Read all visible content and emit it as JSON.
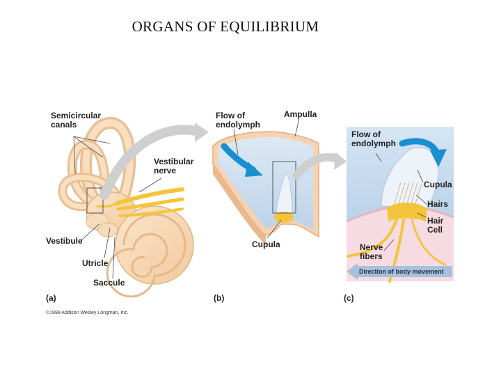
{
  "title": "ORGANS OF EQUILIBRIUM",
  "panel_a": {
    "letter": "(a)",
    "labels": {
      "semicircular": "Semicircular canals",
      "vestibular_nerve": "Vestibular nerve",
      "vestibule": "Vestibule",
      "utricle": "Utricle",
      "saccule": "Saccule"
    }
  },
  "panel_b": {
    "letter": "(b)",
    "labels": {
      "flow": "Flow of endolymph",
      "ampulla": "Ampulla",
      "cupula": "Cupula"
    }
  },
  "panel_c": {
    "letter": "(c)",
    "labels": {
      "flow": "Flow of endolymph",
      "cupula": "Cupula",
      "hairs": "Hairs",
      "hair_cell": "Hair Cell",
      "nerve_fibers": "Nerve fibers",
      "direction": "Direction of body movement"
    }
  },
  "copyright": "©1999 Addison Wesley Longman, Inc.",
  "colors": {
    "bone": "#f6d7b2",
    "bone_edge": "#e2b387",
    "nerve": "#f4c53a",
    "endolymph": "#bfd6ee",
    "flow_arrow": "#1a8fd0",
    "gray_arrow": "#c8c8c8"
  }
}
